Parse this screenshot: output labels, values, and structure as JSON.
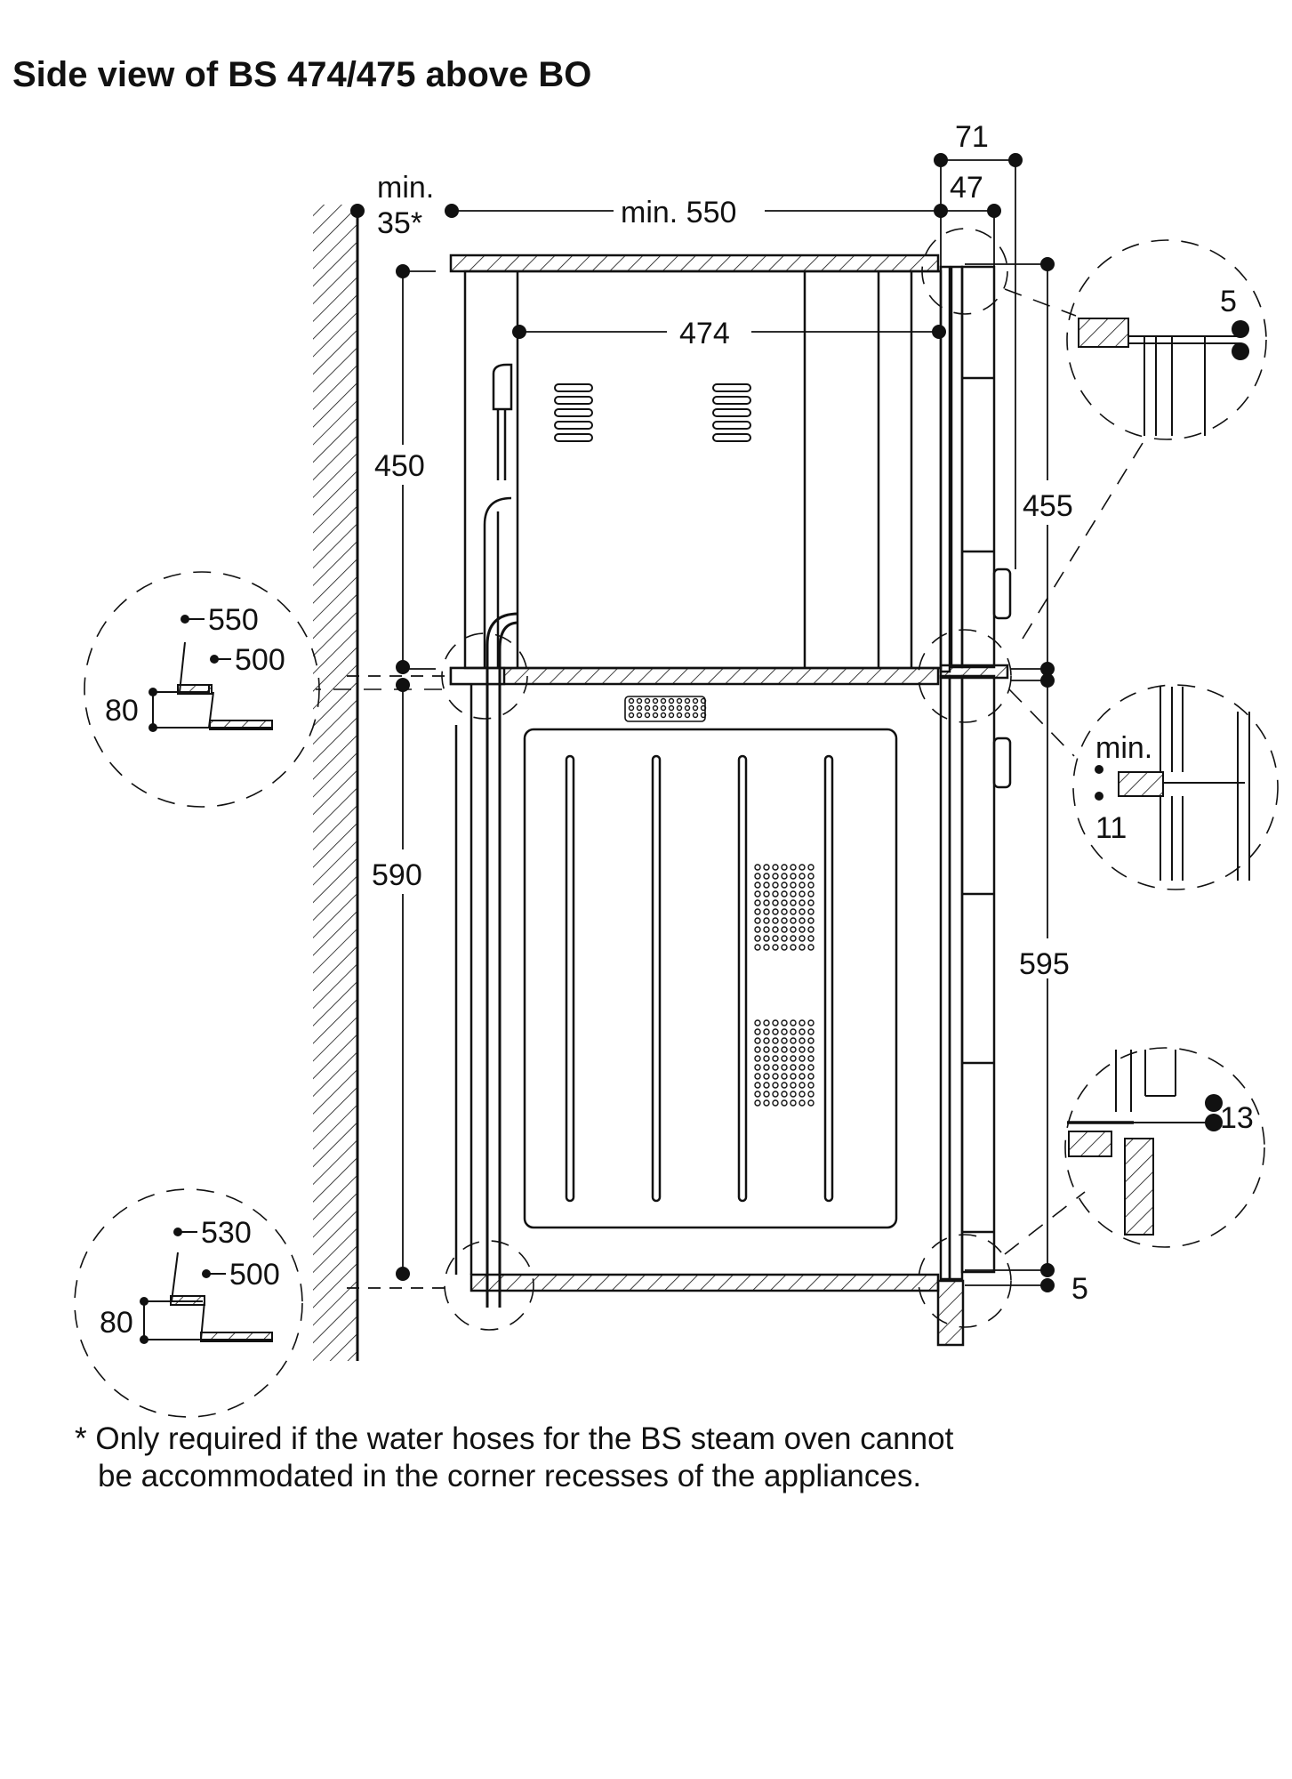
{
  "title": "Side view of BS 474/475 above BO",
  "dimensions": {
    "d71": "71",
    "d47": "47",
    "min_label": "min.",
    "d35": "35*",
    "min550": "min. 550",
    "d474": "474",
    "d450": "450",
    "d455": "455",
    "d590": "590",
    "d595": "595",
    "d5_top": "5",
    "d5_bottom": "5",
    "d13": "13",
    "d11": "11",
    "min_detail": "min.",
    "d550": "550",
    "d500_upper": "500",
    "d80_upper": "80",
    "d530": "530",
    "d500_lower": "500",
    "d80_lower": "80"
  },
  "footnote": {
    "line1": "* Only required if the water hoses for the BS steam oven cannot",
    "line2": "be accommodated in the corner recesses of the appliances."
  },
  "colors": {
    "ink": "#111111",
    "background": "#ffffff"
  }
}
